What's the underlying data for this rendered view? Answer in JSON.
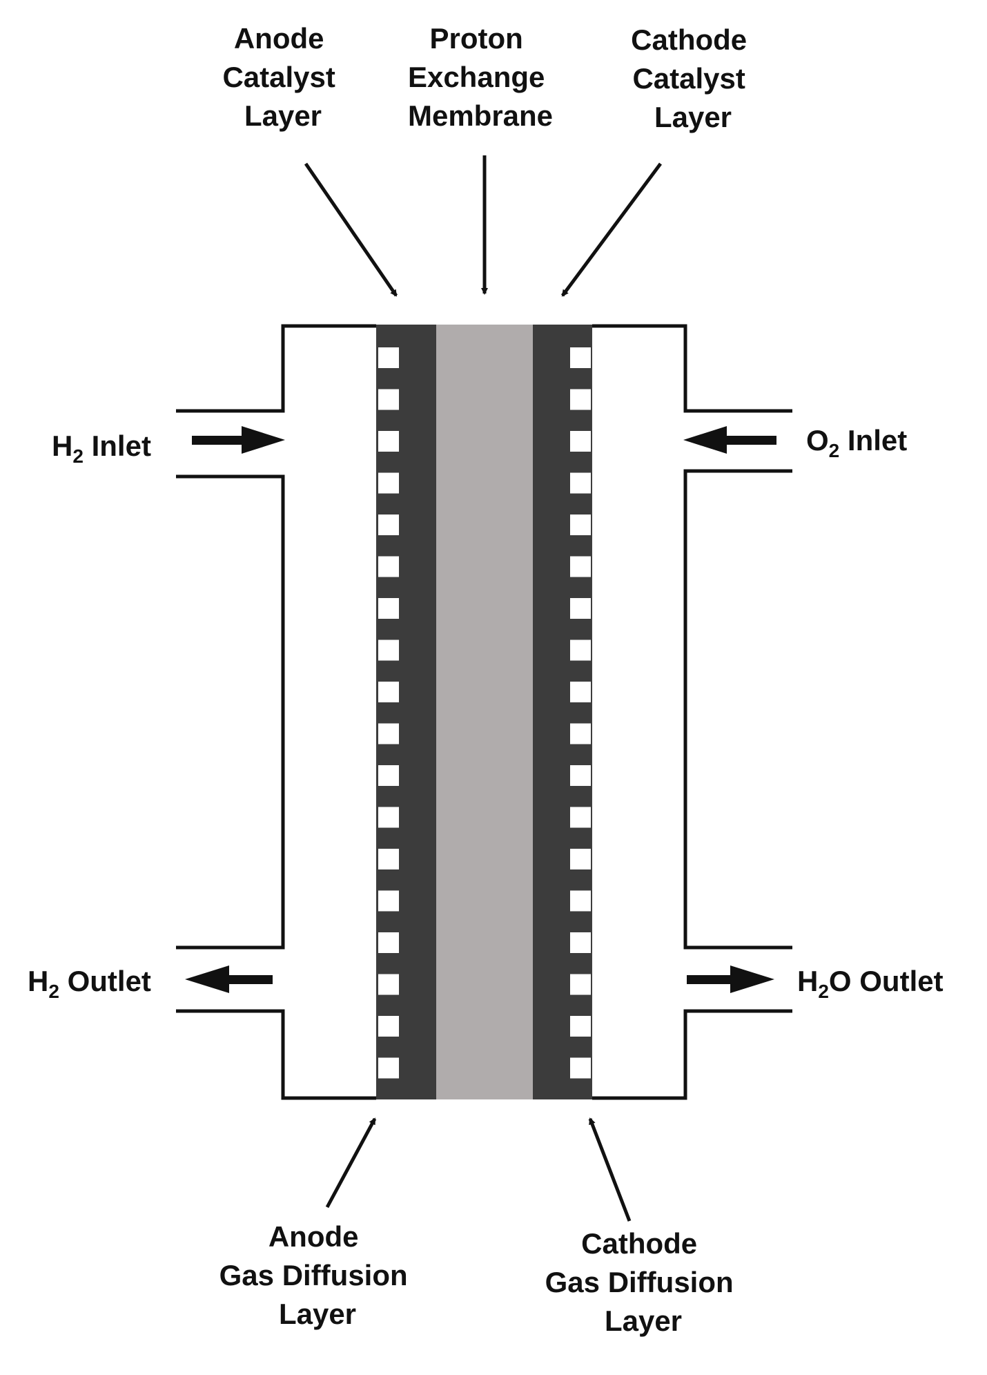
{
  "labels": {
    "anode_catalyst": [
      "Anode",
      "Catalyst",
      "Layer"
    ],
    "membrane": [
      "Proton",
      "Exchange",
      "Membrane"
    ],
    "cathode_catalyst": [
      "Cathode",
      "Catalyst",
      "Layer"
    ],
    "anode_gdl": [
      "Anode",
      "Gas Diffusion",
      "Layer"
    ],
    "cathode_gdl": [
      "Cathode",
      "Gas Diffusion",
      "Layer"
    ],
    "h2_inlet": {
      "base": "H",
      "sub": "2",
      "rest": " Inlet"
    },
    "o2_inlet": {
      "base": "O",
      "sub": "2",
      "rest": " Inlet"
    },
    "h2_outlet": {
      "base": "H",
      "sub": "2",
      "rest": " Outlet"
    },
    "h2o_outlet": {
      "base": "H",
      "sub": "2",
      "rest": "O Outlet"
    }
  },
  "colors": {
    "line": "#111111",
    "gdl": "#3c3c3c",
    "membrane": "#b0acac",
    "pore": "#ffffff"
  }
}
